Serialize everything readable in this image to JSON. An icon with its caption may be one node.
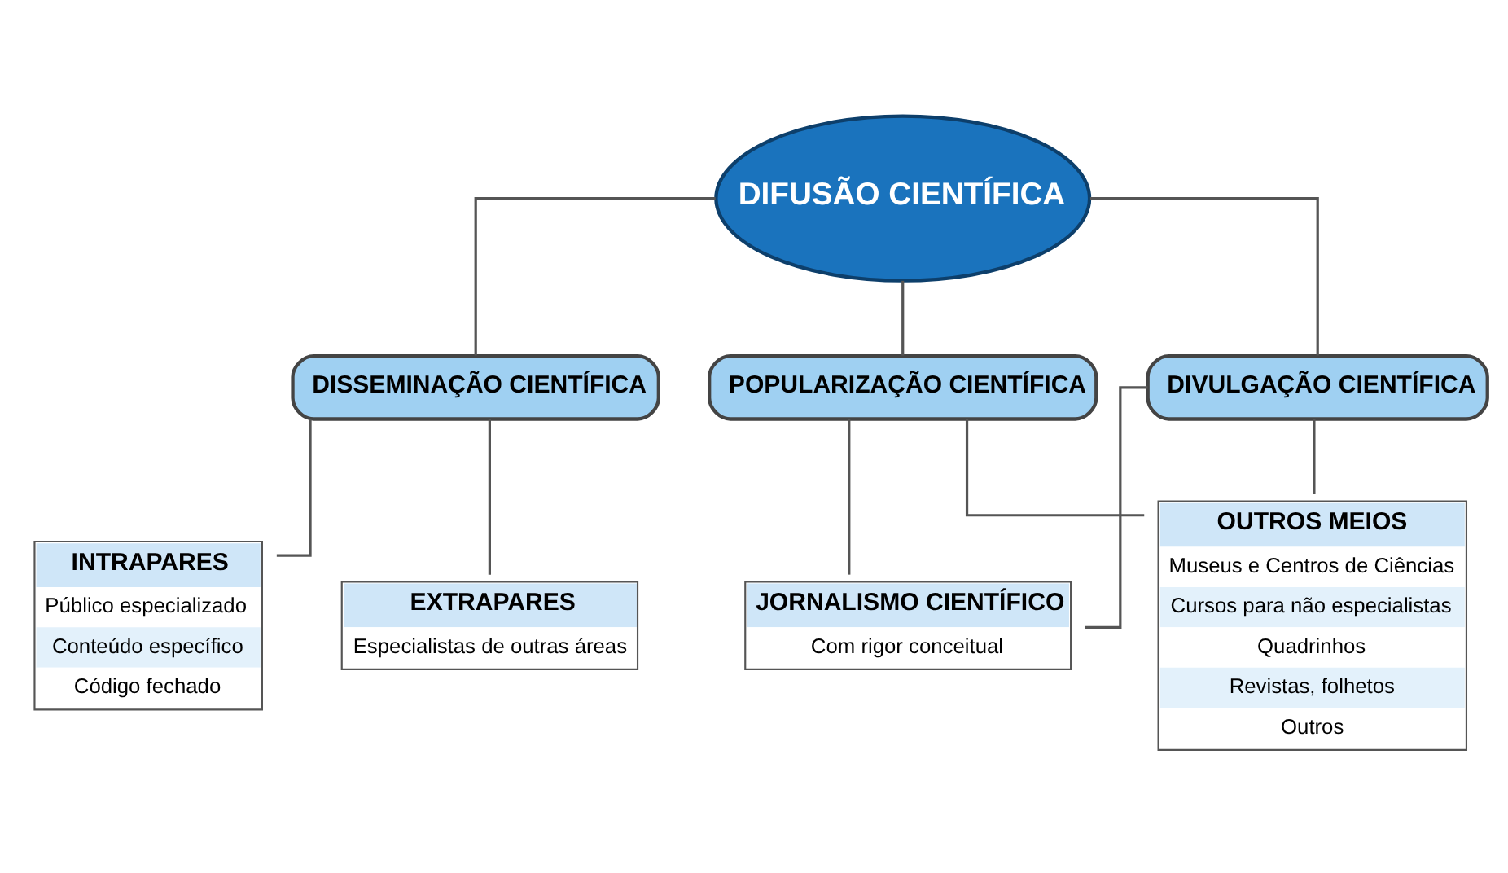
{
  "diagram": {
    "nodes": [
      {
        "text": [
          "DIFUSÃO CIENTÍFICA"
        ]
      },
      {
        "text": [
          "DISSEMINAÇÃO CIENTÍFICA"
        ]
      },
      {
        "text": [
          "DIVULGAÇÃO CIENTÍFICA"
        ]
      },
      {
        "text": [
          "POPULARIZAÇÃO CIENTÍFICA"
        ]
      },
      {
        "text": [
          "INTRAPARES",
          "Público especializado",
          "Conteúdo específico",
          "Código fechado"
        ]
      },
      {
        "text": [
          "EXTRAPARES",
          "Especialistas de outras áreas"
        ]
      },
      {
        "text": [
          "JORNALISMO CIENTÍFICO",
          "Com rigor conceitual"
        ]
      },
      {
        "text": [
          "OUTROS MEIOS",
          "Museus e Centros de Ciências",
          "Cursos para não especialistas",
          "Quadrinhos",
          "Revistas, folhetos",
          "Outros"
        ]
      }
    ],
    "edges": [
      {
        "from": 0,
        "to": 1,
        "arrow": "none"
      },
      {
        "from": 0,
        "to": 2,
        "arrow": "none"
      },
      {
        "from": 0,
        "to": 3,
        "arrow": "none"
      },
      {
        "from": 1,
        "to": 4,
        "arrow": "none"
      },
      {
        "from": 1,
        "to": 5,
        "arrow": "none"
      },
      {
        "from": 2,
        "to": 6,
        "arrow": "none"
      },
      {
        "from": 2,
        "to": 7,
        "arrow": "none"
      },
      {
        "from": 3,
        "to": 6,
        "arrow": "none"
      },
      {
        "from": 3,
        "to": 7,
        "arrow": "none"
      }
    ]
  }
}
